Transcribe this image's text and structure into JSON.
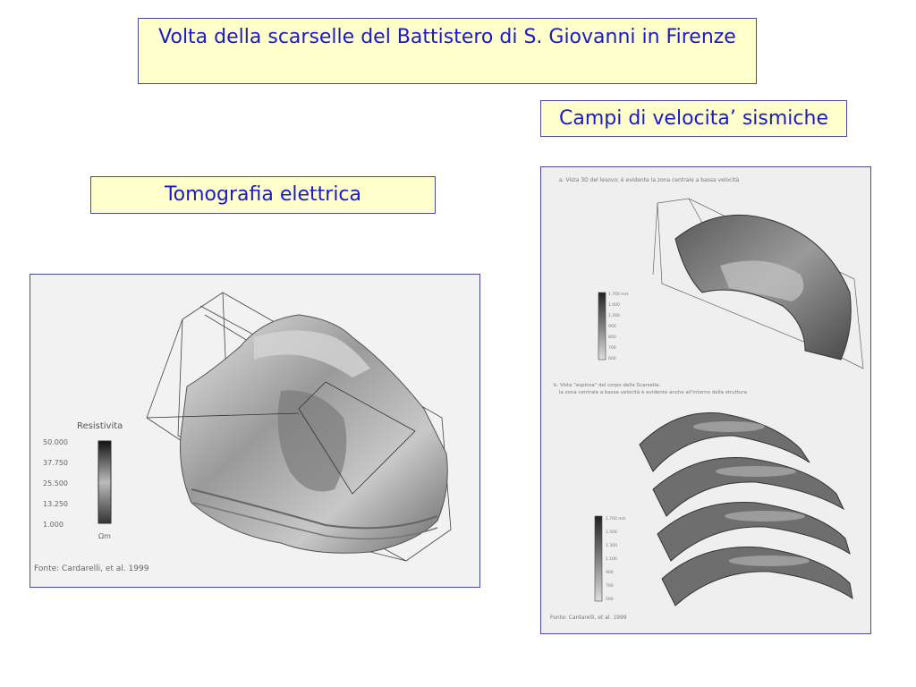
{
  "title": "Volta della scarselle del Battistero di S. Giovanni in Firenze",
  "seismic": {
    "label": "Campi di velocita’ sismiche",
    "caption_a": "a. Vista 3D del lesovo; è evidente la zona centrale a bassa velocità",
    "caption_b_line1": "b. Vista \"esplosa\" del corpo della Scarsella:",
    "caption_b_line2": "la zona centrale a bassa velocità è evidente anche all'interno della struttura",
    "legend_top": [
      "1.700 m/s",
      "1.000",
      "1.200",
      "900",
      "800",
      "700",
      "600"
    ],
    "legend_bottom": [
      "1.700 m/s",
      "1.500",
      "1.300",
      "1.100",
      "900",
      "700",
      "500"
    ],
    "source": "Fonte: Cardarelli, et al. 1999"
  },
  "electric": {
    "label": "Tomografia elettrica",
    "legend_title": "Resistivita",
    "legend_values": [
      "50.000",
      "37.750",
      "25.500",
      "13.250",
      "1.000"
    ],
    "legend_unit": "Ωm",
    "source": "Fonte: Cardarelli, et al. 1999"
  }
}
